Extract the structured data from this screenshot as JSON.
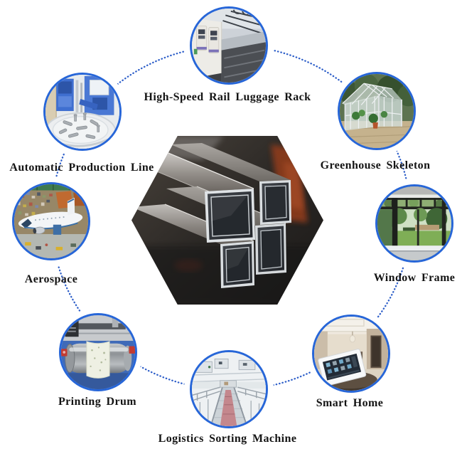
{
  "diagram": {
    "accent_blue": "#2766d8",
    "dot_blue": "#2e5fc9",
    "label_color": "#141414",
    "center_image": "square-steel-tubes-photo",
    "nodes": {
      "rail": {
        "label": "High-Speed Rail Luggage Rack",
        "photo": "luggage-rack-photo"
      },
      "greenhouse": {
        "label": "Greenhouse Skeleton",
        "photo": "greenhouse-photo"
      },
      "window": {
        "label": "Window Frame",
        "photo": "window-frame-photo"
      },
      "smart_home": {
        "label": "Smart Home",
        "photo": "smart-home-photo"
      },
      "logistics": {
        "label": "Logistics Sorting Machine",
        "photo": "sorting-machine-photo"
      },
      "printing": {
        "label": "Printing Drum",
        "photo": "printing-drum-photo"
      },
      "aerospace": {
        "label": "Aerospace",
        "photo": "aircraft-factory-photo"
      },
      "production_line": {
        "label": "Automatic Production Line",
        "photo": "production-line-photo"
      }
    }
  }
}
